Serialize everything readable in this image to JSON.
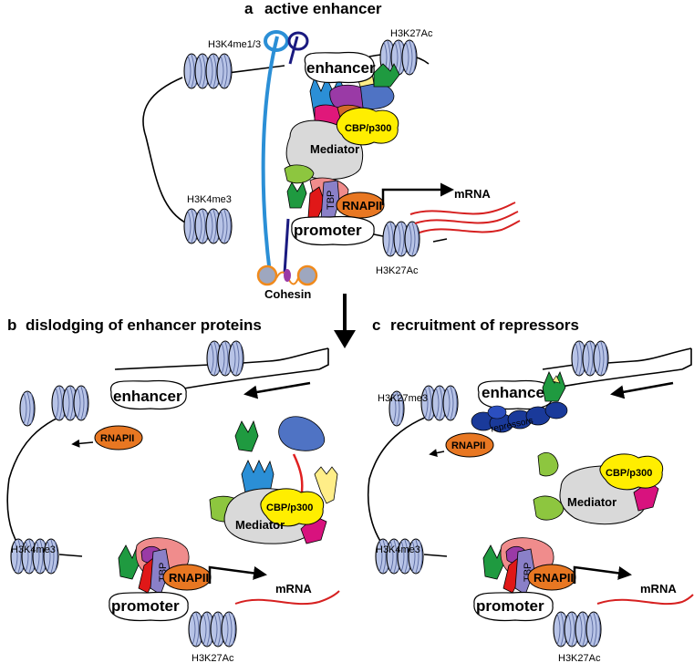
{
  "panels": {
    "a": {
      "letter": "a",
      "title": "active enhancer"
    },
    "b": {
      "letter": "b",
      "title": "dislodging of enhancer proteins"
    },
    "c": {
      "letter": "c",
      "title": "recruitment of repressors"
    }
  },
  "labels": {
    "enhancer": "enhancer",
    "promoter": "promoter",
    "mediator": "Mediator",
    "cbp": "CBP/p300",
    "rnapii": "RNAPII",
    "tbp": "TBP",
    "mrna": "mRNA",
    "cohesin": "Cohesin",
    "repressors": "repressors",
    "h3k4me13": "H3K4me1/3",
    "h3k27ac": "H3K27Ac",
    "h3k4me3": "H3K4me3",
    "h3k27me3": "H3K27me3"
  },
  "colors": {
    "nucleosome": "#b7c3e6",
    "rnapii": "#e87722",
    "cbp": "#ffee00",
    "mediator": "#d9d9d9",
    "mrna": "#d62020",
    "cohesin": "#f08a1c",
    "tbp": "#8a80c8",
    "repressors": "#1a3a9a",
    "arrow_red": "#e02020"
  }
}
